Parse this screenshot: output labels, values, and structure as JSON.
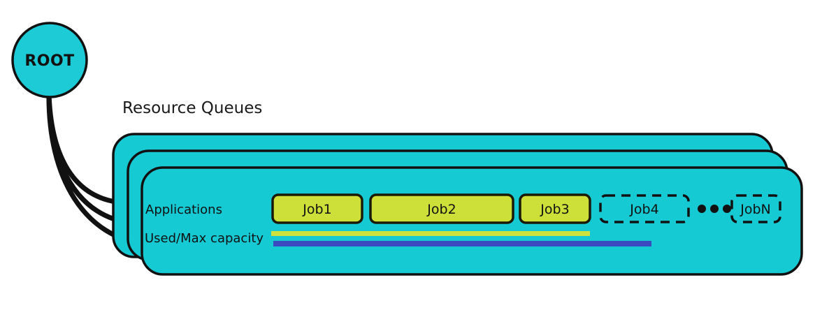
{
  "diagram": {
    "title_label": "Resource Queues",
    "root_node": {
      "label": "ROOT",
      "shape": "circle",
      "fill": "#1ccbd6",
      "stroke": "#111111"
    },
    "queue_stack": {
      "count": 3,
      "fill": "#16cad4",
      "stroke": "#111111",
      "front_queue": {
        "rows": [
          {
            "label": "Applications"
          },
          {
            "label": "Used/Max capacity"
          }
        ],
        "applications": [
          {
            "label": "Job1",
            "state": "active"
          },
          {
            "label": "Job2",
            "state": "active"
          },
          {
            "label": "Job3",
            "state": "active"
          },
          {
            "label": "Job4",
            "state": "pending"
          },
          {
            "label": "JobN",
            "state": "pending"
          }
        ],
        "ellipsis": "• • •",
        "capacity_bars": [
          {
            "name": "used",
            "color": "#cde13f"
          },
          {
            "name": "max",
            "color": "#3a4bc0"
          }
        ]
      }
    },
    "colors": {
      "cyan": "#16cad4",
      "job_fill": "#cde039",
      "used_bar": "#cde13f",
      "max_bar": "#3a4bc0",
      "outline": "#111111",
      "background": "#ffffff"
    },
    "connectors": {
      "count": 3,
      "from": "root-node",
      "to": "queue-stack"
    }
  }
}
